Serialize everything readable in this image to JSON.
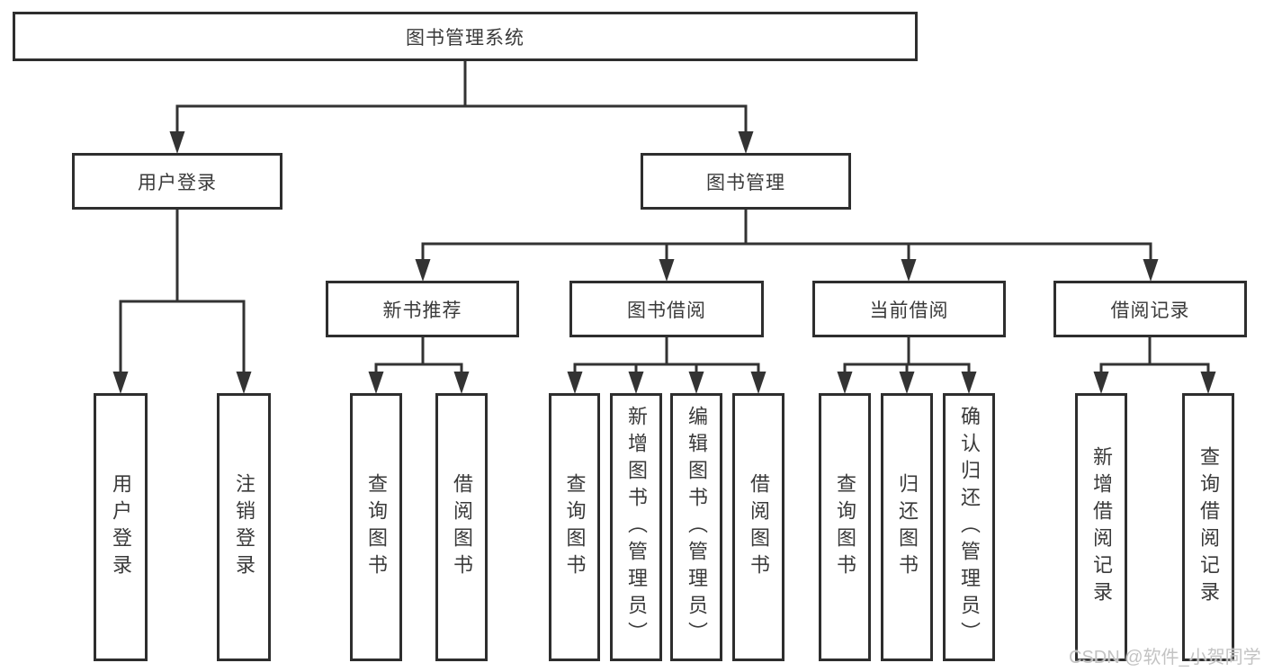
{
  "title": "图书管理系统",
  "tree": {
    "root": {
      "label": "图书管理系统"
    },
    "children": [
      {
        "label": "用户登录",
        "children": [
          {
            "label": "用户登录"
          },
          {
            "label": "注销登录"
          }
        ]
      },
      {
        "label": "图书管理",
        "children": [
          {
            "label": "新书推荐",
            "children": [
              {
                "label": "查询图书"
              },
              {
                "label": "借阅图书"
              }
            ]
          },
          {
            "label": "图书借阅",
            "children": [
              {
                "label": "查询图书"
              },
              {
                "label": "新增图书（管理员）"
              },
              {
                "label": "编辑图书（管理员）"
              },
              {
                "label": "借阅图书"
              }
            ]
          },
          {
            "label": "当前借阅",
            "children": [
              {
                "label": "查询图书"
              },
              {
                "label": "归还图书"
              },
              {
                "label": "确认归还（管理员）"
              }
            ]
          },
          {
            "label": "借阅记录",
            "children": [
              {
                "label": "新增借阅记录"
              },
              {
                "label": "查询借阅记录"
              }
            ]
          }
        ]
      }
    ]
  },
  "watermark": {
    "text": "CSDN @软件_小贺同学",
    "color": "#c3c3c3"
  },
  "colors": {
    "background": "#ffffff",
    "line": "#333333",
    "box_border": "#2e2e2e",
    "text": "#3a3a3a"
  }
}
